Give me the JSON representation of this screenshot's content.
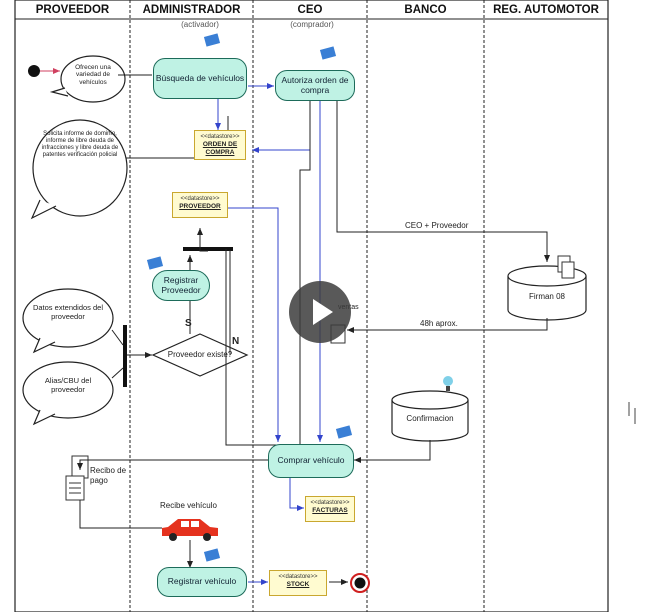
{
  "lanes": [
    "PROVEEDOR",
    "ADMINISTRADOR",
    "CEO",
    "BANCO",
    "REG. AUTOMOTOR"
  ],
  "lane_notes": {
    "admin": "(activador)",
    "ceo": "(comprador)"
  },
  "activities": {
    "busqueda": "Búsqueda de vehículos",
    "autoriza": "Autoriza orden de compra",
    "registrar_proveedor": "Registrar Proveedor",
    "comprar": "Comprar vehículo",
    "registrar_vehiculo": "Registrar vehículo"
  },
  "datastores": {
    "stereotype": "<<datastore>>",
    "orden": "ORDEN DE COMPRA",
    "proveedor": "PROVEEDOR",
    "facturas": "FACTURAS",
    "stock": "STOCK"
  },
  "bubbles": {
    "ofrecen": "Ofrecen una variedad de vehículos",
    "solicita": "Solicita informe de dominio, informe de libre deuda de infracciones y libre deuda de patentes verificación policial",
    "datos": "Datos extendidos del proveedor",
    "alias": "Alias/CBU del proveedor"
  },
  "decision": {
    "label": "Proveedor existe?",
    "yes": "S",
    "no": "N"
  },
  "databases": {
    "firman": "Firman 08",
    "confirmacion": "Confirmacion"
  },
  "edge_labels": {
    "ceo_proveedor": "CEO + Proveedor",
    "aprox": "48h aprox."
  },
  "documents": {
    "recibo": "Recibo de pago"
  },
  "misc": {
    "recibe": "Recibe vehículo",
    "video_label": "ventas"
  },
  "colors": {
    "activity_fill": "#bff2e4",
    "activity_border": "#1d6b5a",
    "datastore_fill": "#fffbd0",
    "edge_blue": "#3344cc"
  }
}
